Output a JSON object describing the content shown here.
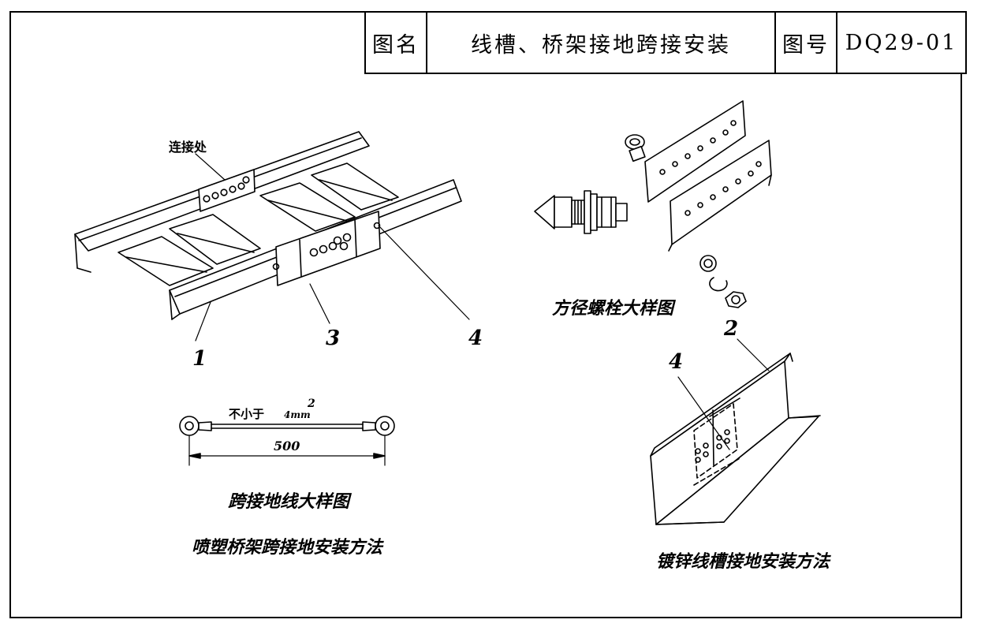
{
  "title_block": {
    "name_label": "图名",
    "name_value": "线槽、桥架接地跨接安装",
    "number_label": "图号",
    "number_value": "DQ29-01"
  },
  "left_figure": {
    "connection_label": "连接处",
    "callout_1": "1",
    "callout_3": "3",
    "callout_4": "4"
  },
  "bolt_figure": {
    "title": "方径螺栓大样图",
    "callout_2": "2"
  },
  "jumper_figure": {
    "spec_text": "不小于",
    "spec_area": "4mm",
    "spec_sup": "2",
    "length": "500",
    "title": "跨接地线大样图",
    "method_title": "喷塑桥架跨接地安装方法"
  },
  "trunking_figure": {
    "callout_4": "4",
    "method_title": "镀锌线槽接地安装方法"
  }
}
